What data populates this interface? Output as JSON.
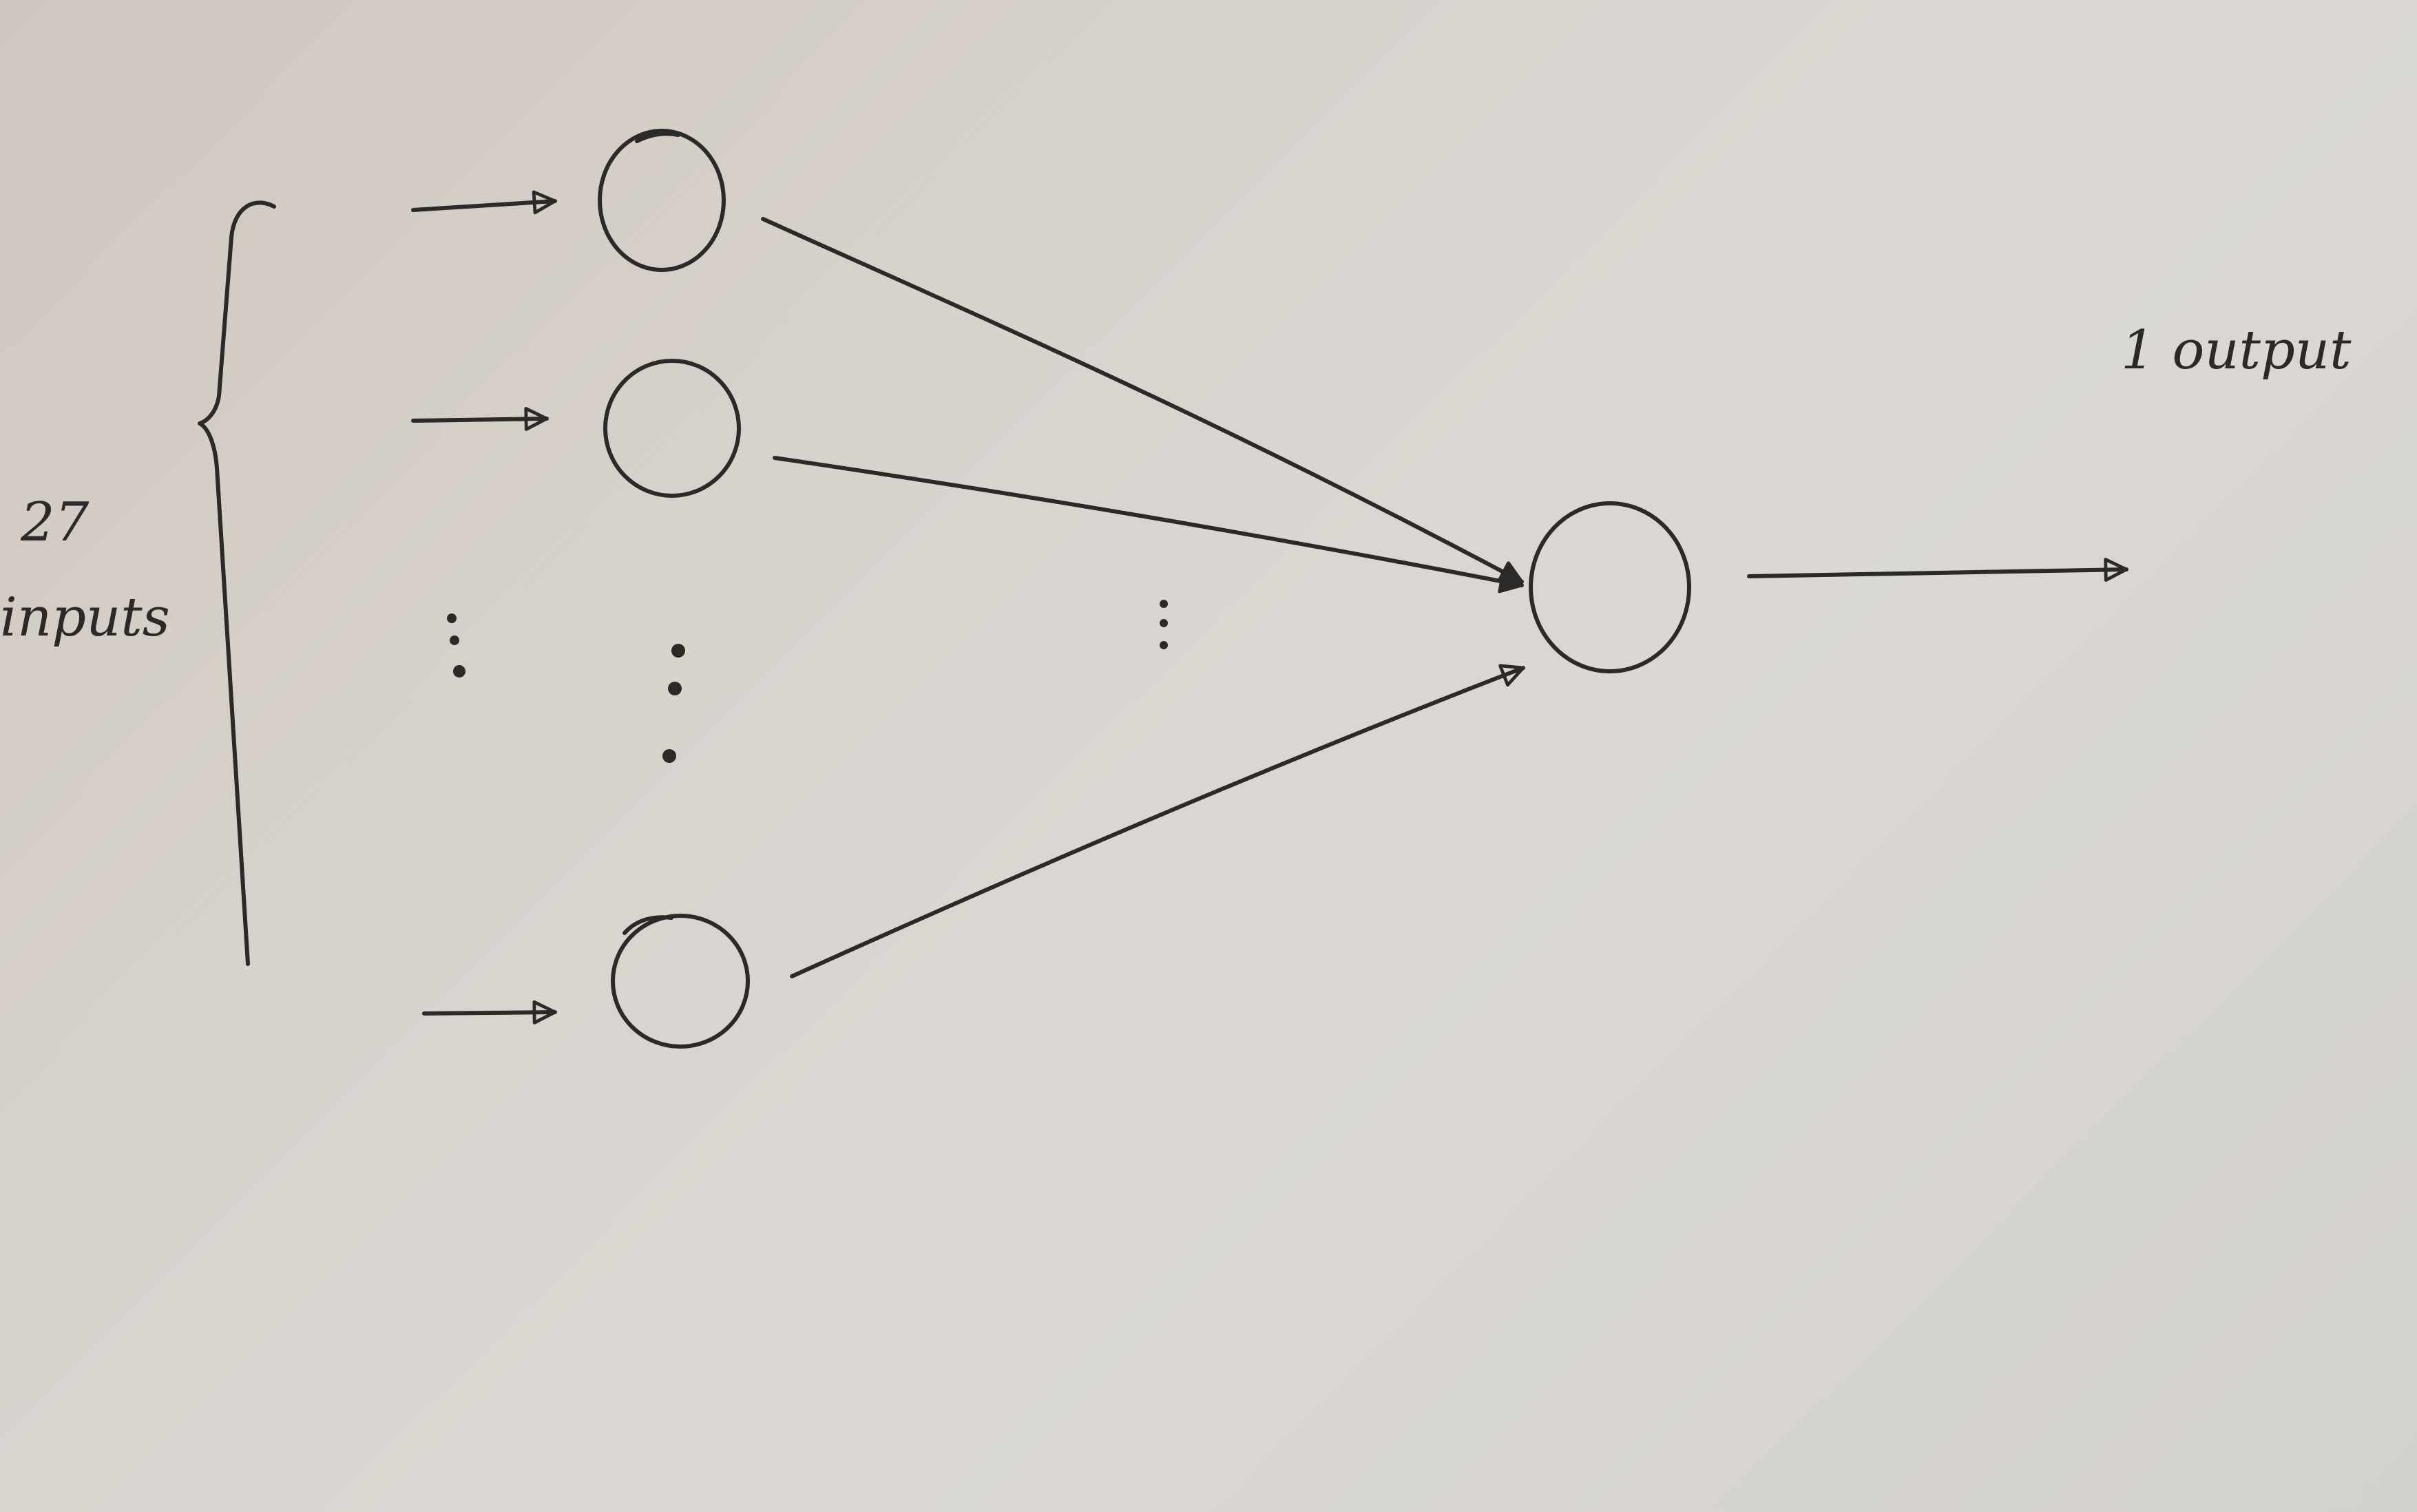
{
  "inputs": {
    "count": "27",
    "word": "inputs"
  },
  "output": {
    "label": "1 output"
  },
  "colors": {
    "ink": "#2b2a29",
    "paper": "#d8d3cd"
  }
}
